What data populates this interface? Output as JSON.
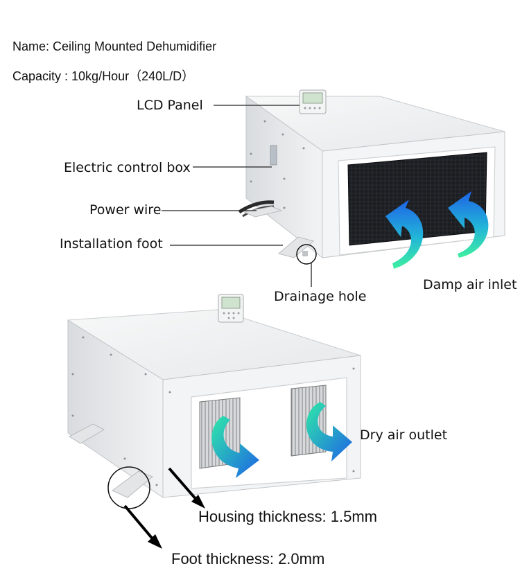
{
  "header": {
    "name": "Name: Ceiling Mounted Dehumidifier",
    "capacity": "Capacity : 10kg/Hour（240L/D）"
  },
  "callouts": {
    "lcd_panel": "LCD   Panel",
    "electric_control_box": "Electric control box",
    "power_wire": "Power wire",
    "installation_foot": "Installation foot",
    "drainage_hole": "Drainage hole",
    "damp_air_inlet": "Damp air inlet",
    "dry_air_outlet": "Dry air outlet",
    "housing_thickness": "Housing thickness: 1.5mm",
    "foot_thickness": "Foot thickness: 2.0mm"
  },
  "colors": {
    "arrow_blue": "#1e63e6",
    "arrow_teal": "#2fe0a8",
    "housing": "#eceeef",
    "grille": "#1b1d21"
  }
}
